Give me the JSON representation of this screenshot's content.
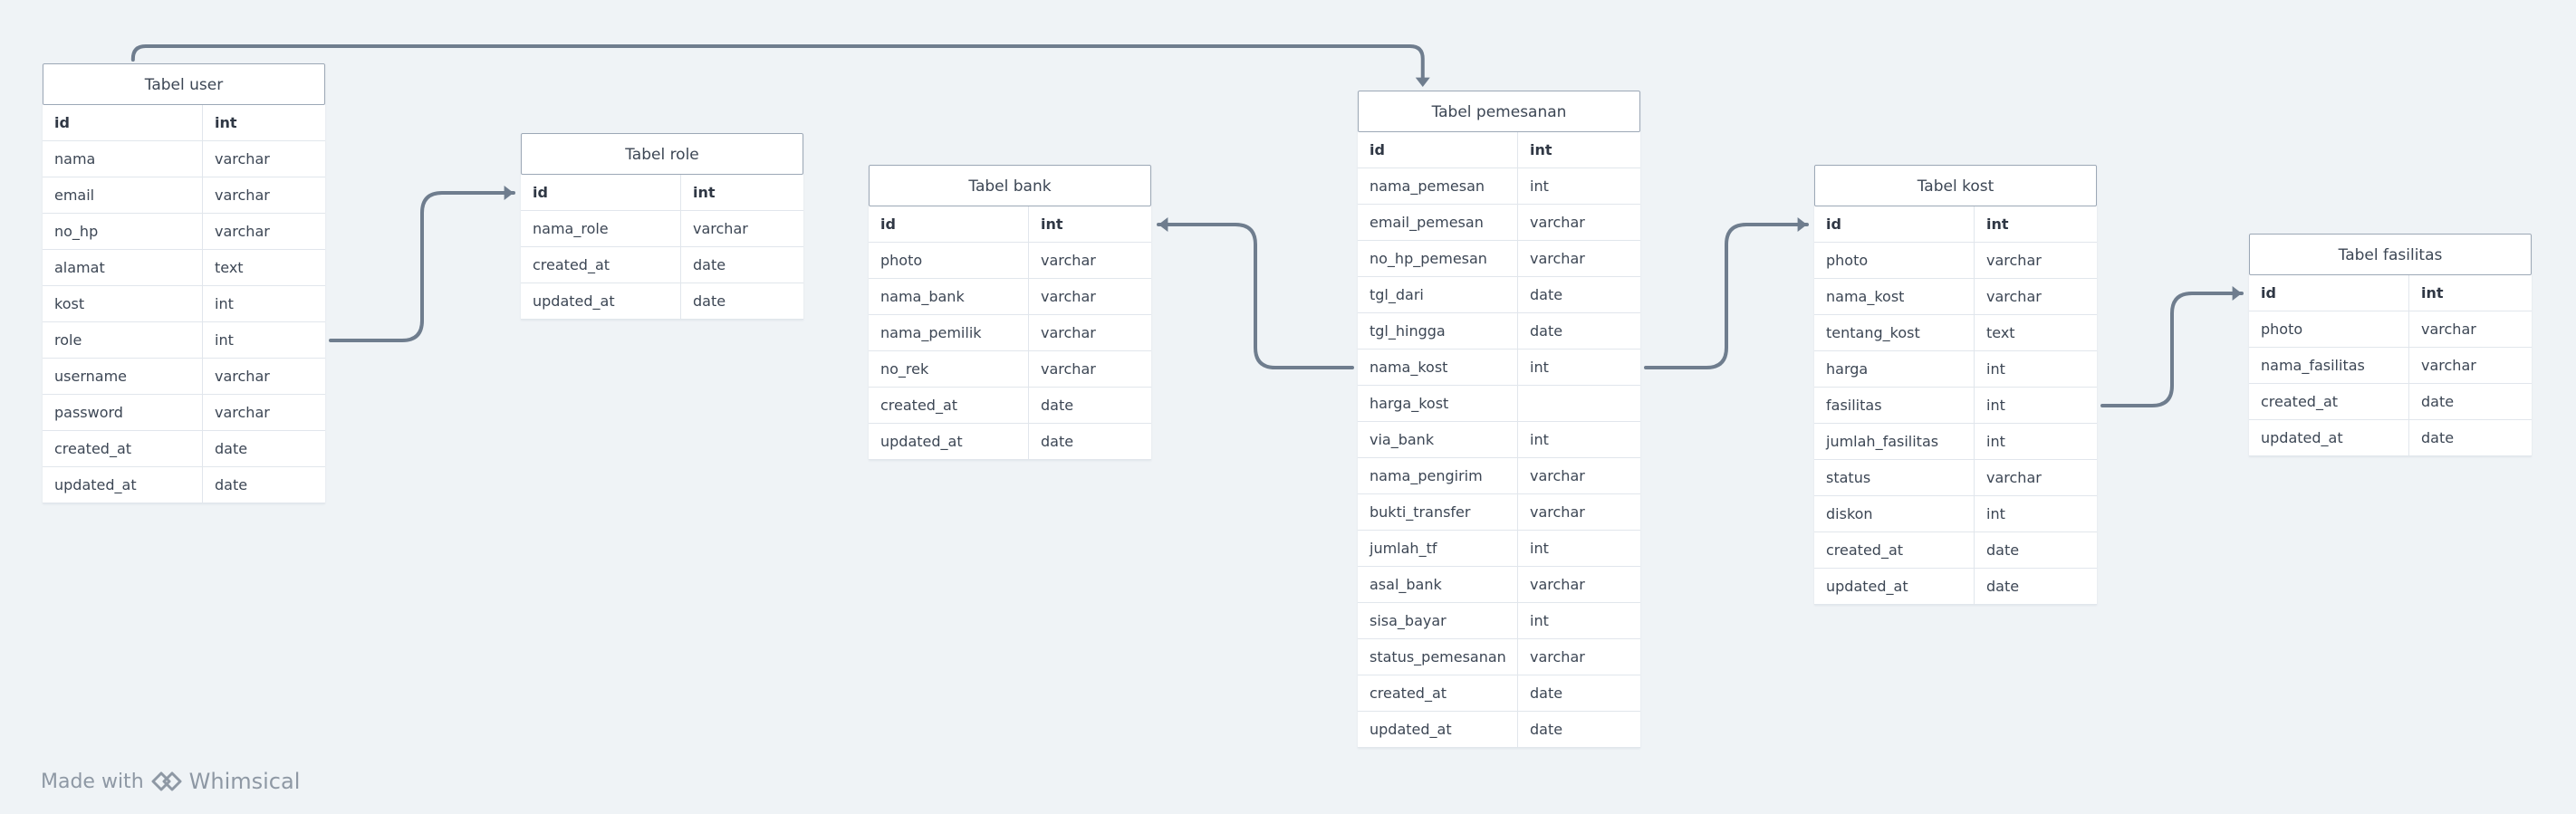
{
  "tables": [
    {
      "id": "user",
      "title": "Tabel user",
      "rows": [
        [
          "id",
          "int"
        ],
        [
          "nama",
          "varchar"
        ],
        [
          "email",
          "varchar"
        ],
        [
          "no_hp",
          "varchar"
        ],
        [
          "alamat",
          "text"
        ],
        [
          "kost",
          "int"
        ],
        [
          "role",
          "int"
        ],
        [
          "username",
          "varchar"
        ],
        [
          "password",
          "varchar"
        ],
        [
          "created_at",
          "date"
        ],
        [
          "updated_at",
          "date"
        ]
      ]
    },
    {
      "id": "role",
      "title": "Tabel role",
      "rows": [
        [
          "id",
          "int"
        ],
        [
          "nama_role",
          "varchar"
        ],
        [
          "created_at",
          "date"
        ],
        [
          "updated_at",
          "date"
        ]
      ]
    },
    {
      "id": "bank",
      "title": "Tabel bank",
      "rows": [
        [
          "id",
          "int"
        ],
        [
          "photo",
          "varchar"
        ],
        [
          "nama_bank",
          "varchar"
        ],
        [
          "nama_pemilik",
          "varchar"
        ],
        [
          "no_rek",
          "varchar"
        ],
        [
          "created_at",
          "date"
        ],
        [
          "updated_at",
          "date"
        ]
      ]
    },
    {
      "id": "pemesanan",
      "title": "Tabel pemesanan",
      "rows": [
        [
          "id",
          "int"
        ],
        [
          "nama_pemesan",
          "int"
        ],
        [
          "email_pemesan",
          "varchar"
        ],
        [
          "no_hp_pemesan",
          "varchar"
        ],
        [
          "tgl_dari",
          "date"
        ],
        [
          "tgl_hingga",
          "date"
        ],
        [
          "nama_kost",
          "int"
        ],
        [
          "harga_kost",
          ""
        ],
        [
          "via_bank",
          "int"
        ],
        [
          "nama_pengirim",
          "varchar"
        ],
        [
          "bukti_transfer",
          "varchar"
        ],
        [
          "jumlah_tf",
          "int"
        ],
        [
          "asal_bank",
          "varchar"
        ],
        [
          "sisa_bayar",
          "int"
        ],
        [
          "status_pemesanan",
          "varchar"
        ],
        [
          "created_at",
          "date"
        ],
        [
          "updated_at",
          "date"
        ]
      ]
    },
    {
      "id": "kost",
      "title": "Tabel kost",
      "rows": [
        [
          "id",
          "int"
        ],
        [
          "photo",
          "varchar"
        ],
        [
          "nama_kost",
          "varchar"
        ],
        [
          "tentang_kost",
          "text"
        ],
        [
          "harga",
          "int"
        ],
        [
          "fasilitas",
          "int"
        ],
        [
          "jumlah_fasilitas",
          "int"
        ],
        [
          "status",
          "varchar"
        ],
        [
          "diskon",
          "int"
        ],
        [
          "created_at",
          "date"
        ],
        [
          "updated_at",
          "date"
        ]
      ]
    },
    {
      "id": "fasilitas",
      "title": "Tabel fasilitas",
      "rows": [
        [
          "id",
          "int"
        ],
        [
          "photo",
          "varchar"
        ],
        [
          "nama_fasilitas",
          "varchar"
        ],
        [
          "created_at",
          "date"
        ],
        [
          "updated_at",
          "date"
        ]
      ]
    }
  ],
  "relations": [
    {
      "from": "user.role",
      "to": "role.id"
    },
    {
      "from": "user.title",
      "to": "pemesanan.title"
    },
    {
      "from": "pemesanan.nama_kost",
      "to": "bank.id"
    },
    {
      "from": "pemesanan.nama_kost",
      "to": "kost.id"
    },
    {
      "from": "kost.fasilitas",
      "to": "fasilitas.id"
    }
  ],
  "watermark": {
    "prefix": "Made with",
    "brand": "Whimsical"
  },
  "colors": {
    "background": "#eff3f6",
    "connector": "#6f7d8e",
    "header_border": "#9ca8b6",
    "row_border": "#e1e6ec",
    "text": "#3c4654",
    "watermark": "#8e98a4"
  }
}
